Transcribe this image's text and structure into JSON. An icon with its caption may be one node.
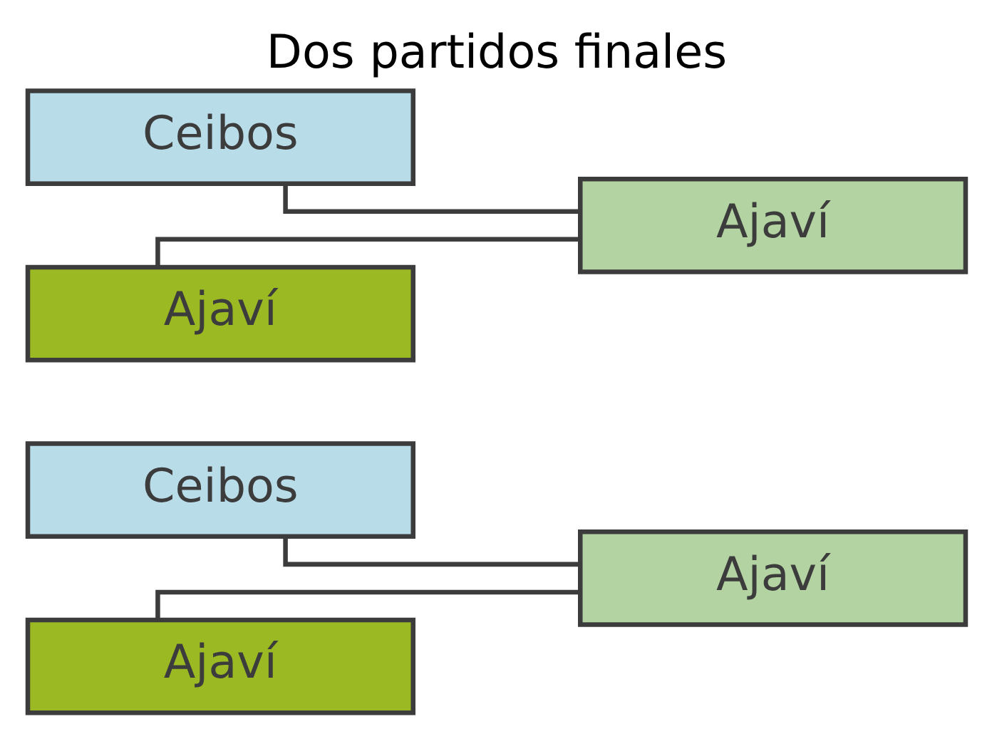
{
  "diagram": {
    "title": "Dos partidos finales",
    "nodes": [
      {
        "text": [
          "Ceibos"
        ]
      },
      {
        "text": [
          "Ajaví"
        ]
      },
      {
        "text": [
          "Ajaví"
        ]
      },
      {
        "text": [
          "Ceibos"
        ]
      },
      {
        "text": [
          "Ajaví"
        ]
      },
      {
        "text": [
          "Ajaví"
        ]
      }
    ],
    "edges": [
      {
        "from": 0,
        "to": 2,
        "arrow": "none"
      },
      {
        "from": 1,
        "to": 2,
        "arrow": "none"
      },
      {
        "from": 3,
        "to": 5,
        "arrow": "none"
      },
      {
        "from": 4,
        "to": 5,
        "arrow": "none"
      }
    ]
  }
}
